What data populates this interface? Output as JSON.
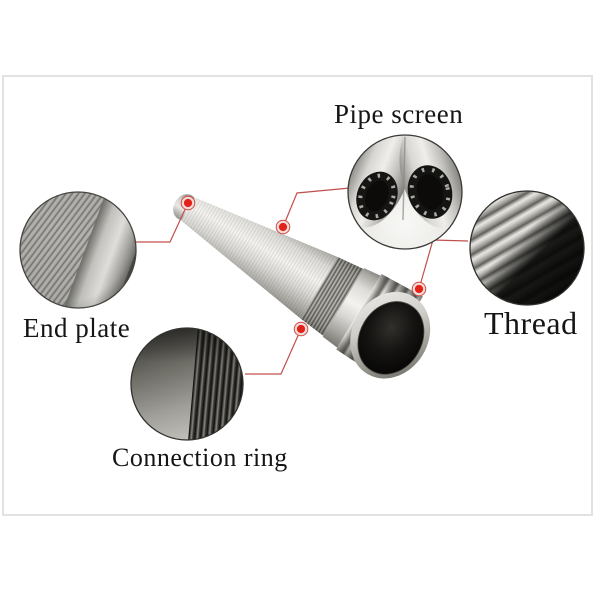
{
  "labels": {
    "pipe_screen": "Pipe screen",
    "end_plate": "End plate",
    "thread": "Thread",
    "connection_ring": "Connection ring"
  },
  "colors": {
    "background": "#ffffff",
    "frame_border": "#e2e2e2",
    "label_text": "#151515",
    "callout_line": "#c0504d",
    "callout_dot_fill": "#e32119",
    "callout_dot_ring": "#f0dcdb",
    "callout_dot_stroke": "#d04a42"
  }
}
